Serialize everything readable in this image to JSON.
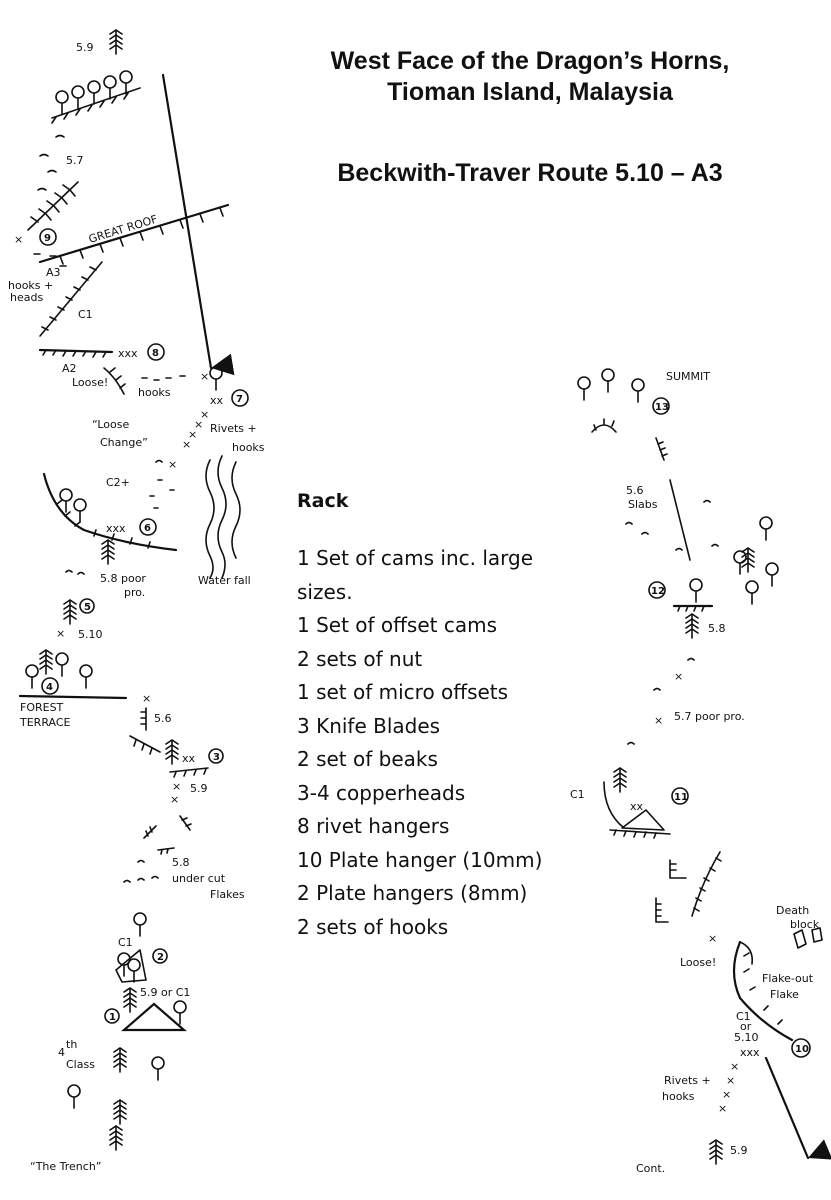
{
  "title": {
    "line1": "West Face of the Dragon’s Horns,",
    "line2": "Tioman Island, Malaysia",
    "route": "Beckwith-Traver Route 5.10 – A3"
  },
  "rack": {
    "heading": "Rack",
    "items": [
      "1 Set of cams inc. large",
      "sizes.",
      "1 Set of offset cams",
      "2 sets of nut",
      "1 set of micro offsets",
      "3 Knife Blades",
      "2 set of beaks",
      "3-4 copperheads",
      "8 rivet hangers",
      "10  Plate hanger (10mm)",
      "2 Plate hangers (8mm)",
      "2 sets of hooks"
    ]
  },
  "topo_left": {
    "labels": {
      "g59_top": "5.9",
      "g57": "5.7",
      "great_roof": "GREAT ROOF",
      "a3": "A3",
      "hooks_heads_1": "hooks +",
      "hooks_heads_2": "heads",
      "c1_upper": "C1",
      "a2": "A2",
      "xxx8": "xxx",
      "loose_a2": "Loose!",
      "hooks_8": "hooks",
      "xx7": "xx",
      "loose_change_1": "“Loose",
      "loose_change_2": "Change”",
      "rivets_1": "Rivets +",
      "rivets_2": "hooks",
      "c2plus": "C2+",
      "xxx6": "xxx",
      "g58_poor": "5.8 poor",
      "pro6": "pro.",
      "waterfall": "Water fall",
      "g510": "5.10",
      "forest_1": "FOREST",
      "forest_2": "TERRACE",
      "g56": "5.6",
      "xx3": "xx",
      "g59_3": "5.9",
      "g58": "5.8",
      "undercut_1": "under cut",
      "undercut_2": "Flakes",
      "c1_2": "C1",
      "g59_or_c1": "5.9 or C1",
      "fourth_1": "4",
      "fourth_sup": "th",
      "fourth_2": "Class",
      "trench": "“The Trench”"
    },
    "pitches": [
      "1",
      "2",
      "3",
      "4",
      "5",
      "6",
      "7",
      "8",
      "9"
    ]
  },
  "topo_right": {
    "labels": {
      "summit": "SUMMIT",
      "g56_slabs_1": "5.6",
      "g56_slabs_2": "Slabs",
      "g58": "5.8",
      "g57_poor": "5.7 poor pro.",
      "c1": "C1",
      "xx11": "xx",
      "death_1": "Death",
      "death_2": "block",
      "loose": "Loose!",
      "flakeout_1": "Flake-out",
      "flakeout_2": "Flake",
      "c1_or_510_1": "C1",
      "c1_or_510_2": "or",
      "c1_or_510_3": "5.10",
      "xxx10": "xxx",
      "rivets_1": "Rivets +",
      "rivets_2": "hooks",
      "g59": "5.9",
      "cont": "Cont."
    },
    "pitches": [
      "10",
      "11",
      "12",
      "13"
    ]
  }
}
